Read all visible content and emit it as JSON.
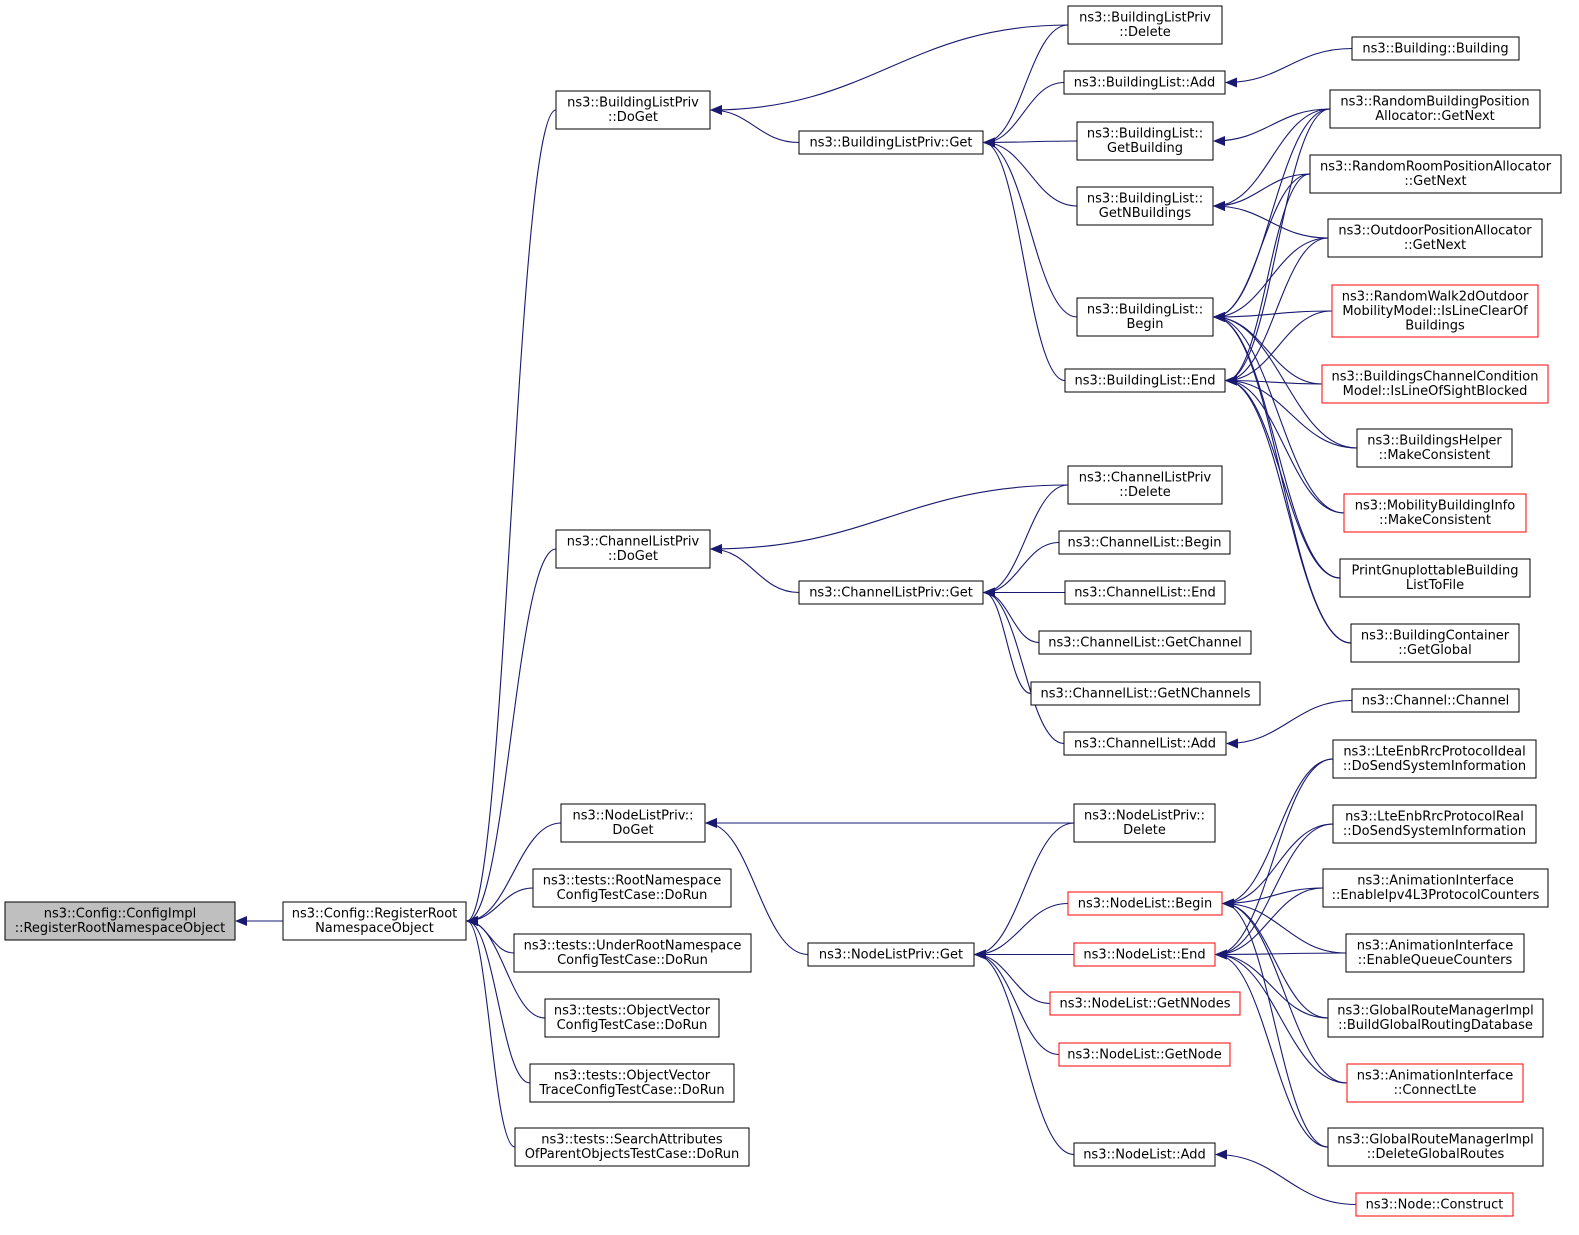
{
  "colors": {
    "edge": "#191970",
    "border_normal": "#000000",
    "border_red": "#ff0000",
    "root_fill": "#bfbfbf",
    "node_fill": "#ffffff"
  },
  "nodes": [
    {
      "id": "root",
      "lines": [
        "ns3::Config::ConfigImpl",
        "::RegisterRootNamespaceObject"
      ],
      "style": "root"
    },
    {
      "id": "reg",
      "lines": [
        "ns3::Config::RegisterRoot",
        "NamespaceObject"
      ],
      "style": "normal"
    },
    {
      "id": "blp_doget",
      "lines": [
        "ns3::BuildingListPriv",
        "::DoGet"
      ],
      "style": "normal"
    },
    {
      "id": "clp_doget",
      "lines": [
        "ns3::ChannelListPriv",
        "::DoGet"
      ],
      "style": "normal"
    },
    {
      "id": "nlp_doget",
      "lines": [
        "ns3::NodeListPriv::",
        "DoGet"
      ],
      "style": "normal"
    },
    {
      "id": "t_root",
      "lines": [
        "ns3::tests::RootNamespace",
        "ConfigTestCase::DoRun"
      ],
      "style": "normal"
    },
    {
      "id": "t_under",
      "lines": [
        "ns3::tests::UnderRootNamespace",
        "ConfigTestCase::DoRun"
      ],
      "style": "normal"
    },
    {
      "id": "t_objvec",
      "lines": [
        "ns3::tests::ObjectVector",
        "ConfigTestCase::DoRun"
      ],
      "style": "normal"
    },
    {
      "id": "t_objvectrace",
      "lines": [
        "ns3::tests::ObjectVector",
        "TraceConfigTestCase::DoRun"
      ],
      "style": "normal"
    },
    {
      "id": "t_search",
      "lines": [
        "ns3::tests::SearchAttributes",
        "OfParentObjectsTestCase::DoRun"
      ],
      "style": "normal"
    },
    {
      "id": "blp_get",
      "lines": [
        "ns3::BuildingListPriv::Get"
      ],
      "style": "normal"
    },
    {
      "id": "clp_get",
      "lines": [
        "ns3::ChannelListPriv::Get"
      ],
      "style": "normal"
    },
    {
      "id": "nlp_get",
      "lines": [
        "ns3::NodeListPriv::Get"
      ],
      "style": "normal"
    },
    {
      "id": "blp_delete",
      "lines": [
        "ns3::BuildingListPriv",
        "::Delete"
      ],
      "style": "normal"
    },
    {
      "id": "bl_add",
      "lines": [
        "ns3::BuildingList::Add"
      ],
      "style": "normal"
    },
    {
      "id": "bl_getbuilding",
      "lines": [
        "ns3::BuildingList::",
        "GetBuilding"
      ],
      "style": "normal"
    },
    {
      "id": "bl_getn",
      "lines": [
        "ns3::BuildingList::",
        "GetNBuildings"
      ],
      "style": "normal"
    },
    {
      "id": "bl_begin",
      "lines": [
        "ns3::BuildingList::",
        "Begin"
      ],
      "style": "normal"
    },
    {
      "id": "bl_end",
      "lines": [
        "ns3::BuildingList::End"
      ],
      "style": "normal"
    },
    {
      "id": "clp_delete",
      "lines": [
        "ns3::ChannelListPriv",
        "::Delete"
      ],
      "style": "normal"
    },
    {
      "id": "cl_begin",
      "lines": [
        "ns3::ChannelList::Begin"
      ],
      "style": "normal"
    },
    {
      "id": "cl_end",
      "lines": [
        "ns3::ChannelList::End"
      ],
      "style": "normal"
    },
    {
      "id": "cl_getchannel",
      "lines": [
        "ns3::ChannelList::GetChannel"
      ],
      "style": "normal"
    },
    {
      "id": "cl_getn",
      "lines": [
        "ns3::ChannelList::GetNChannels"
      ],
      "style": "normal"
    },
    {
      "id": "cl_add",
      "lines": [
        "ns3::ChannelList::Add"
      ],
      "style": "normal"
    },
    {
      "id": "nlp_delete",
      "lines": [
        "ns3::NodeListPriv::",
        "Delete"
      ],
      "style": "normal"
    },
    {
      "id": "nl_begin",
      "lines": [
        "ns3::NodeList::Begin"
      ],
      "style": "red"
    },
    {
      "id": "nl_end",
      "lines": [
        "ns3::NodeList::End"
      ],
      "style": "red"
    },
    {
      "id": "nl_getn",
      "lines": [
        "ns3::NodeList::GetNNodes"
      ],
      "style": "red"
    },
    {
      "id": "nl_getnode",
      "lines": [
        "ns3::NodeList::GetNode"
      ],
      "style": "red"
    },
    {
      "id": "nl_add",
      "lines": [
        "ns3::NodeList::Add"
      ],
      "style": "normal"
    },
    {
      "id": "building_ctor",
      "lines": [
        "ns3::Building::Building"
      ],
      "style": "normal"
    },
    {
      "id": "rbpa",
      "lines": [
        "ns3::RandomBuildingPosition",
        "Allocator::GetNext"
      ],
      "style": "normal"
    },
    {
      "id": "rrpa",
      "lines": [
        "ns3::RandomRoomPositionAllocator",
        "::GetNext"
      ],
      "style": "normal"
    },
    {
      "id": "opa",
      "lines": [
        "ns3::OutdoorPositionAllocator",
        "::GetNext"
      ],
      "style": "normal"
    },
    {
      "id": "rw2d",
      "lines": [
        "ns3::RandomWalk2dOutdoor",
        "MobilityModel::IsLineClearOf",
        "Buildings"
      ],
      "style": "red"
    },
    {
      "id": "bccm",
      "lines": [
        "ns3::BuildingsChannelCondition",
        "Model::IsLineOfSightBlocked"
      ],
      "style": "red"
    },
    {
      "id": "bh_mc",
      "lines": [
        "ns3::BuildingsHelper",
        "::MakeConsistent"
      ],
      "style": "normal"
    },
    {
      "id": "mbi_mc",
      "lines": [
        "ns3::MobilityBuildingInfo",
        "::MakeConsistent"
      ],
      "style": "red"
    },
    {
      "id": "pgb",
      "lines": [
        "PrintGnuplottableBuilding",
        "ListToFile"
      ],
      "style": "normal"
    },
    {
      "id": "bc_gg",
      "lines": [
        "ns3::BuildingContainer",
        "::GetGlobal"
      ],
      "style": "normal"
    },
    {
      "id": "channel_ctor",
      "lines": [
        "ns3::Channel::Channel"
      ],
      "style": "normal"
    },
    {
      "id": "lte_ideal",
      "lines": [
        "ns3::LteEnbRrcProtocolIdeal",
        "::DoSendSystemInformation"
      ],
      "style": "normal"
    },
    {
      "id": "lte_real",
      "lines": [
        "ns3::LteEnbRrcProtocolReal",
        "::DoSendSystemInformation"
      ],
      "style": "normal"
    },
    {
      "id": "ai_ipv4",
      "lines": [
        "ns3::AnimationInterface",
        "::EnableIpv4L3ProtocolCounters"
      ],
      "style": "normal"
    },
    {
      "id": "ai_queue",
      "lines": [
        "ns3::AnimationInterface",
        "::EnableQueueCounters"
      ],
      "style": "normal"
    },
    {
      "id": "grm_build",
      "lines": [
        "ns3::GlobalRouteManagerImpl",
        "::BuildGlobalRoutingDatabase"
      ],
      "style": "normal"
    },
    {
      "id": "ai_lte",
      "lines": [
        "ns3::AnimationInterface",
        "::ConnectLte"
      ],
      "style": "red"
    },
    {
      "id": "grm_delete",
      "lines": [
        "ns3::GlobalRouteManagerImpl",
        "::DeleteGlobalRoutes"
      ],
      "style": "normal"
    },
    {
      "id": "node_construct",
      "lines": [
        "ns3::Node::Construct"
      ],
      "style": "red"
    }
  ],
  "edges": [
    [
      "reg",
      "root"
    ],
    [
      "blp_doget",
      "reg"
    ],
    [
      "clp_doget",
      "reg"
    ],
    [
      "nlp_doget",
      "reg"
    ],
    [
      "t_root",
      "reg"
    ],
    [
      "t_under",
      "reg"
    ],
    [
      "t_objvec",
      "reg"
    ],
    [
      "t_objvectrace",
      "reg"
    ],
    [
      "t_search",
      "reg"
    ],
    [
      "blp_get",
      "blp_doget"
    ],
    [
      "blp_delete",
      "blp_doget"
    ],
    [
      "clp_get",
      "clp_doget"
    ],
    [
      "clp_delete",
      "clp_doget"
    ],
    [
      "nlp_get",
      "nlp_doget"
    ],
    [
      "nlp_delete",
      "nlp_doget"
    ],
    [
      "blp_delete",
      "blp_get"
    ],
    [
      "bl_add",
      "blp_get"
    ],
    [
      "bl_getbuilding",
      "blp_get"
    ],
    [
      "bl_getn",
      "blp_get"
    ],
    [
      "bl_begin",
      "blp_get"
    ],
    [
      "bl_end",
      "blp_get"
    ],
    [
      "clp_delete",
      "clp_get"
    ],
    [
      "cl_begin",
      "clp_get"
    ],
    [
      "cl_end",
      "clp_get"
    ],
    [
      "cl_getchannel",
      "clp_get"
    ],
    [
      "cl_getn",
      "clp_get"
    ],
    [
      "cl_add",
      "clp_get"
    ],
    [
      "nlp_delete",
      "nlp_get"
    ],
    [
      "nl_begin",
      "nlp_get"
    ],
    [
      "nl_end",
      "nlp_get"
    ],
    [
      "nl_getn",
      "nlp_get"
    ],
    [
      "nl_getnode",
      "nlp_get"
    ],
    [
      "nl_add",
      "nlp_get"
    ],
    [
      "building_ctor",
      "bl_add"
    ],
    [
      "rbpa",
      "bl_getbuilding"
    ],
    [
      "rbpa",
      "bl_getn"
    ],
    [
      "rrpa",
      "bl_getn"
    ],
    [
      "opa",
      "bl_getn"
    ],
    [
      "rbpa",
      "bl_begin"
    ],
    [
      "rrpa",
      "bl_begin"
    ],
    [
      "opa",
      "bl_begin"
    ],
    [
      "rw2d",
      "bl_begin"
    ],
    [
      "bccm",
      "bl_begin"
    ],
    [
      "bh_mc",
      "bl_begin"
    ],
    [
      "mbi_mc",
      "bl_begin"
    ],
    [
      "pgb",
      "bl_begin"
    ],
    [
      "bc_gg",
      "bl_begin"
    ],
    [
      "rbpa",
      "bl_end"
    ],
    [
      "rrpa",
      "bl_end"
    ],
    [
      "opa",
      "bl_end"
    ],
    [
      "rw2d",
      "bl_end"
    ],
    [
      "bccm",
      "bl_end"
    ],
    [
      "bh_mc",
      "bl_end"
    ],
    [
      "mbi_mc",
      "bl_end"
    ],
    [
      "pgb",
      "bl_end"
    ],
    [
      "bc_gg",
      "bl_end"
    ],
    [
      "channel_ctor",
      "cl_add"
    ],
    [
      "lte_ideal",
      "nl_begin"
    ],
    [
      "lte_real",
      "nl_begin"
    ],
    [
      "ai_ipv4",
      "nl_begin"
    ],
    [
      "ai_queue",
      "nl_begin"
    ],
    [
      "grm_build",
      "nl_begin"
    ],
    [
      "ai_lte",
      "nl_begin"
    ],
    [
      "grm_delete",
      "nl_begin"
    ],
    [
      "lte_ideal",
      "nl_end"
    ],
    [
      "lte_real",
      "nl_end"
    ],
    [
      "ai_ipv4",
      "nl_end"
    ],
    [
      "ai_queue",
      "nl_end"
    ],
    [
      "grm_build",
      "nl_end"
    ],
    [
      "ai_lte",
      "nl_end"
    ],
    [
      "grm_delete",
      "nl_end"
    ],
    [
      "node_construct",
      "nl_add"
    ]
  ]
}
